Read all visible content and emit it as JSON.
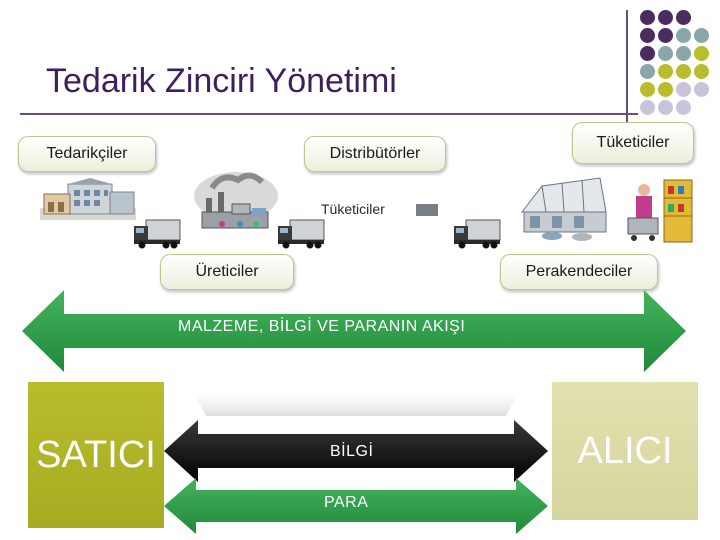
{
  "title": "Tedarik Zinciri Yönetimi",
  "colors": {
    "purple": "#4a2c5e",
    "teal": "#8aa6a8",
    "olive": "#b8bd2e",
    "lavender": "#c9c4dc",
    "green": "#2e9e4a",
    "title": "#3d1f5c"
  },
  "chain_labels": {
    "tedarikciler": "Tedarikçiler",
    "distributorler": "Distribütörler",
    "tuketiciler_top": "Tüketiciler",
    "tuketiciler_overlay": "Tüketiciler",
    "ureticiler": "Üreticiler",
    "perakendeciler": "Perakendeciler"
  },
  "flow": {
    "main_label": "MALZEME, BİLGİ VE PARANIN AKIŞI",
    "bilgi_label": "BİLGİ",
    "para_label": "PARA"
  },
  "sides": {
    "seller": "SATICI",
    "buyer": "ALICI"
  },
  "icons": [
    "warehouse-icon",
    "factory-icon",
    "truck-icon",
    "store-icon",
    "shopper-icon"
  ]
}
